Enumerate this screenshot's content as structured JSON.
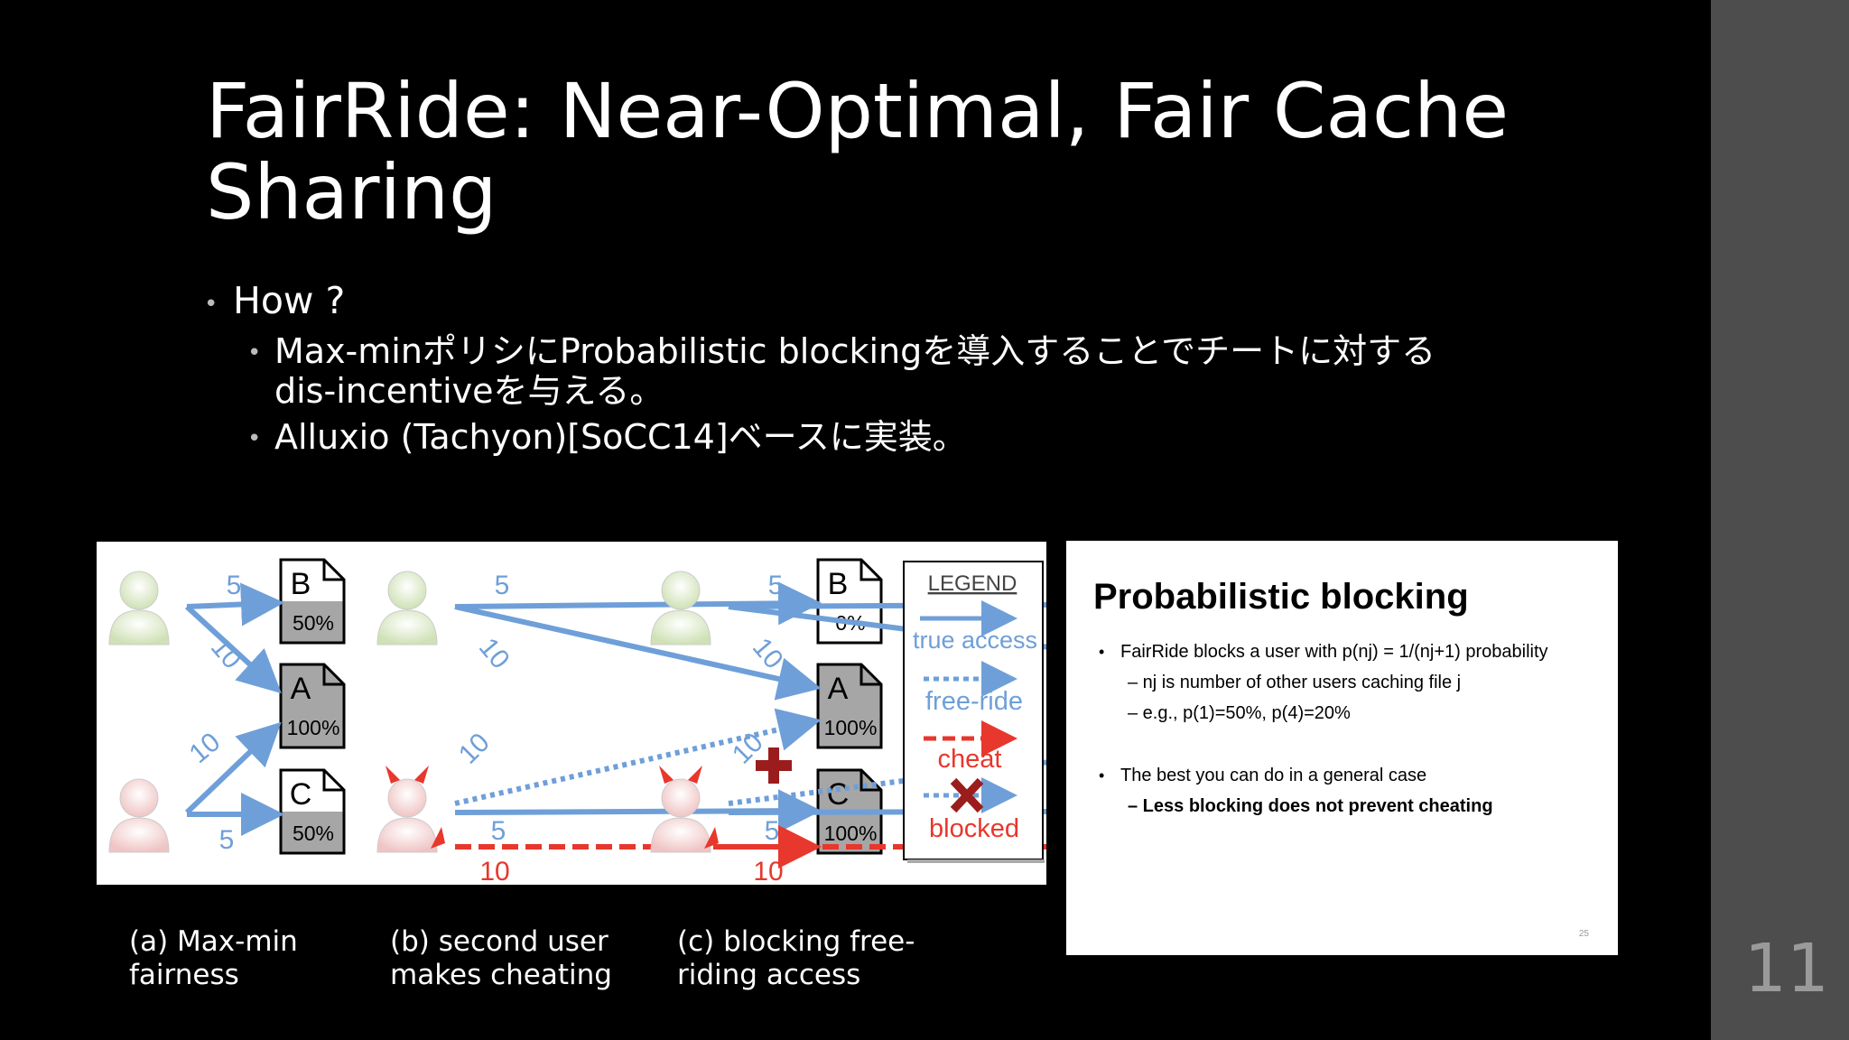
{
  "slide": {
    "title": "FairRide: Near-Optimal, Fair Cache Sharing",
    "bullets": [
      "How ?",
      "Max-minポリシにProbabilistic blockingを導入することでチートに対する dis-incentiveを与える。",
      "Alluxio (Tachyon)[SoCC14]ベースに実装。"
    ],
    "bullet_glyph": "•",
    "page_number": "11"
  },
  "figure": {
    "panels": [
      {
        "files": [
          {
            "letter": "B",
            "pct": "50%",
            "fill": 0.5
          },
          {
            "letter": "A",
            "pct": "100%",
            "fill": 1.0
          },
          {
            "letter": "C",
            "pct": "50%",
            "fill": 0.5
          }
        ],
        "labels": {
          "top_to_b": "5",
          "top_to_a": "10",
          "bottom_to_a": "10",
          "bottom_to_c": "5"
        }
      },
      {
        "files": [
          {
            "letter": "B",
            "pct": "0%",
            "fill": 0.0
          },
          {
            "letter": "A",
            "pct": "100%",
            "fill": 1.0
          },
          {
            "letter": "C",
            "pct": "100%",
            "fill": 1.0
          }
        ],
        "labels": {
          "top_to_b": "5",
          "top_to_a": "10",
          "bottom_to_a": "10",
          "bottom_to_c": "5",
          "cheat": "10"
        }
      },
      {
        "files": [
          {
            "letter": "B",
            "pct": "0%",
            "fill": 0.0
          },
          {
            "letter": "A",
            "pct": "100%",
            "fill": 1.0
          },
          {
            "letter": "C",
            "pct": "100%",
            "fill": 1.0
          }
        ],
        "labels": {
          "top_to_b": "5",
          "top_to_a": "10",
          "bottom_to_a": "10",
          "bottom_to_c": "5",
          "cheat": "10"
        }
      }
    ],
    "legend": {
      "title": "LEGEND",
      "true_access": "true access",
      "free_ride": "free-ride",
      "cheat": "cheat",
      "blocked": "blocked"
    },
    "colors": {
      "blue": "#6f9fd8",
      "red": "#e8372c",
      "dark_red": "#9b1c1c",
      "gray_fill": "#a6a6a6"
    },
    "captions": [
      "(a) Max-min fairness",
      "(b) second user makes cheating",
      "(c) blocking free-riding access"
    ]
  },
  "thumbnail": {
    "title": "Probabilistic blocking",
    "lines": [
      "FairRide blocks a user with p(nj) = 1/(nj+1) probability",
      "– nj is number of other users caching file j",
      "– e.g., p(1)=50%, p(4)=20%",
      "The best you can do in a general case",
      "– Less blocking does not prevent cheating"
    ],
    "slide_number": "25"
  }
}
